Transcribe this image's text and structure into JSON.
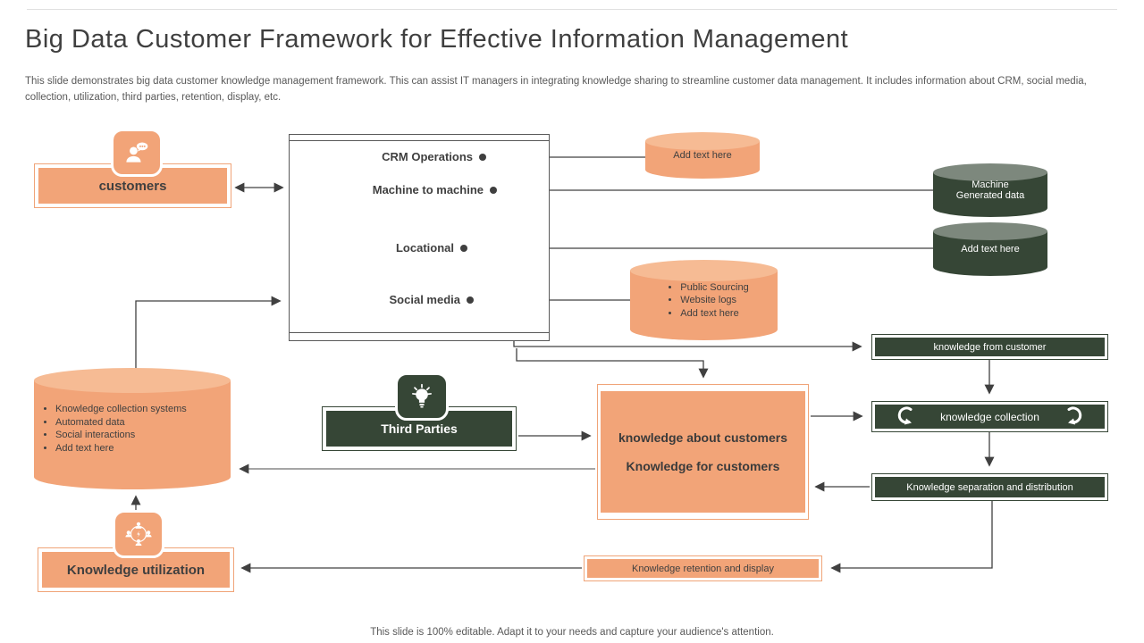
{
  "slide": {
    "title": "Big Data Customer Framework for Effective Information Management",
    "description": "This slide demonstrates big data customer knowledge management framework. This can assist IT managers in integrating knowledge sharing to streamline customer data management. It includes information about CRM, social media, collection, utilization, third parties, retention, display, etc.",
    "footer": "This slide is 100% editable. Adapt it to your needs and capture your audience's attention."
  },
  "colors": {
    "orange": "#f2a478",
    "orange_light": "#f6bb94",
    "dark_green": "#364636",
    "dark_green_light": "#7d887d",
    "text_dark": "#3f3f3f",
    "line": "#404040"
  },
  "nodes": {
    "customers": {
      "label": "customers",
      "icon": "person-chat-icon"
    },
    "data_sources": {
      "items": [
        "CRM Operations",
        "Machine to machine",
        "Locational",
        "Social media"
      ]
    },
    "add_text_orange_cylinder": {
      "label": "Add text here"
    },
    "machine_generated_cylinder": {
      "label": "Machine\nGenerated  data"
    },
    "add_text_dark_cylinder": {
      "label": "Add text here"
    },
    "public_sourcing_cylinder": {
      "items": [
        "Public Sourcing",
        "Website logs",
        "Add text here"
      ]
    },
    "knowledge_from_customer": {
      "label": "knowledge from customer"
    },
    "knowledge_collection": {
      "label": "knowledge collection",
      "icons": "sync-arrows"
    },
    "knowledge_separation": {
      "label": "Knowledge  separation  and distribution"
    },
    "collection_systems_cylinder": {
      "items": [
        "Knowledge  collection systems",
        "Automated data",
        "Social interactions",
        "Add text here"
      ]
    },
    "third_parties": {
      "label": "Third Parties",
      "icon": "lightbulb-icon"
    },
    "knowledge_customers": {
      "line1": "knowledge about customers",
      "line2": "Knowledge for customers"
    },
    "knowledge_utilization": {
      "label": "Knowledge utilization",
      "icon": "people-network-icon"
    },
    "knowledge_retention": {
      "label": "Knowledge  retention  and display"
    }
  }
}
